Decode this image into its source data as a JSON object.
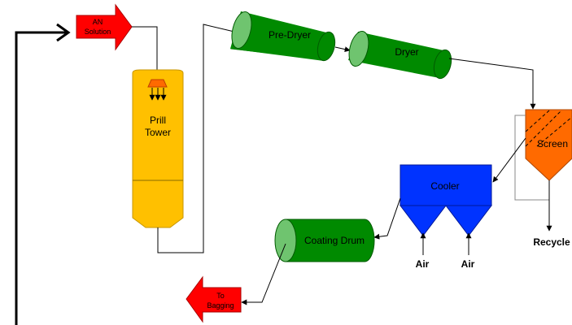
{
  "labels": {
    "an_solution_1": "AN",
    "an_solution_2": "Solution",
    "prill_tower_1": "Prill",
    "prill_tower_2": "Tower",
    "pre_dryer": "Pre-Dryer",
    "dryer": "Dryer",
    "screen": "Screen",
    "cooler": "Cooler",
    "coating_drum": "Coating Drum",
    "to_bagging_1": "To",
    "to_bagging_2": "Bagging",
    "air_left": "Air",
    "air_right": "Air",
    "recycle": "Recycle"
  },
  "colors": {
    "arrow_red": "#ff0000",
    "tower_yellow": "#ffc000",
    "drum_green": "#008a00",
    "drum_cap": "#6fc46f",
    "screen_orange": "#ff6a00",
    "cooler_blue": "#0033ff",
    "line": "#000000"
  }
}
